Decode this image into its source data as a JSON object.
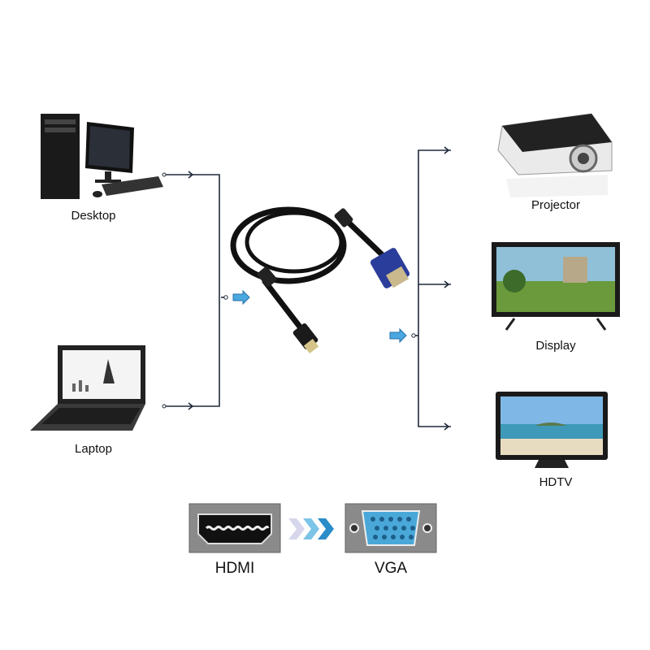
{
  "sources": [
    {
      "label": "Desktop",
      "icon": "desktop-computer-icon"
    },
    {
      "label": "Laptop",
      "icon": "laptop-icon"
    }
  ],
  "cable": {
    "icon": "hdmi-to-vga-cable-icon"
  },
  "destinations": [
    {
      "label": "Projector",
      "icon": "projector-icon"
    },
    {
      "label": "Display",
      "icon": "monitor-icon"
    },
    {
      "label": "HDTV",
      "icon": "tv-icon"
    }
  ],
  "conversion": {
    "from_label": "HDMI",
    "to_label": "VGA",
    "from_icon": "hdmi-port-icon",
    "to_icon": "vga-port-icon",
    "arrow_icon": "chevrons-right-icon"
  },
  "colors": {
    "line": "#1f2a3a",
    "arrow": "#4aa8e0",
    "vga_blue": "#2b3d9a",
    "port_gray": "#8a8a8a"
  }
}
